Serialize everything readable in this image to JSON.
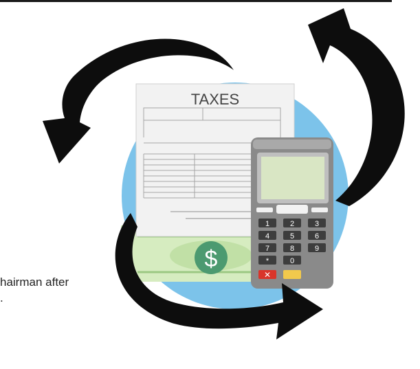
{
  "illustration": {
    "tax_form_title": "TAXES",
    "currency_symbol": "$",
    "calculator_keys": [
      "1",
      "2",
      "3",
      "4",
      "5",
      "6",
      "7",
      "8",
      "9",
      "*",
      "0"
    ]
  },
  "snippet": {
    "line1": "hairman after",
    "line2": "."
  },
  "colors": {
    "circle": "#7cc3ea",
    "form": "#f2f2f2",
    "money": "#d6ecc0",
    "calculator": "#8a8a8a",
    "screen": "#d9e6c4",
    "arrows": "#0d0d0d",
    "delete_key": "#d9352a",
    "enter_key": "#f2c94c"
  },
  "icons": [
    "curved-arrow-icon",
    "calculator-icon",
    "tax-form-icon",
    "dollar-bill-icon"
  ]
}
